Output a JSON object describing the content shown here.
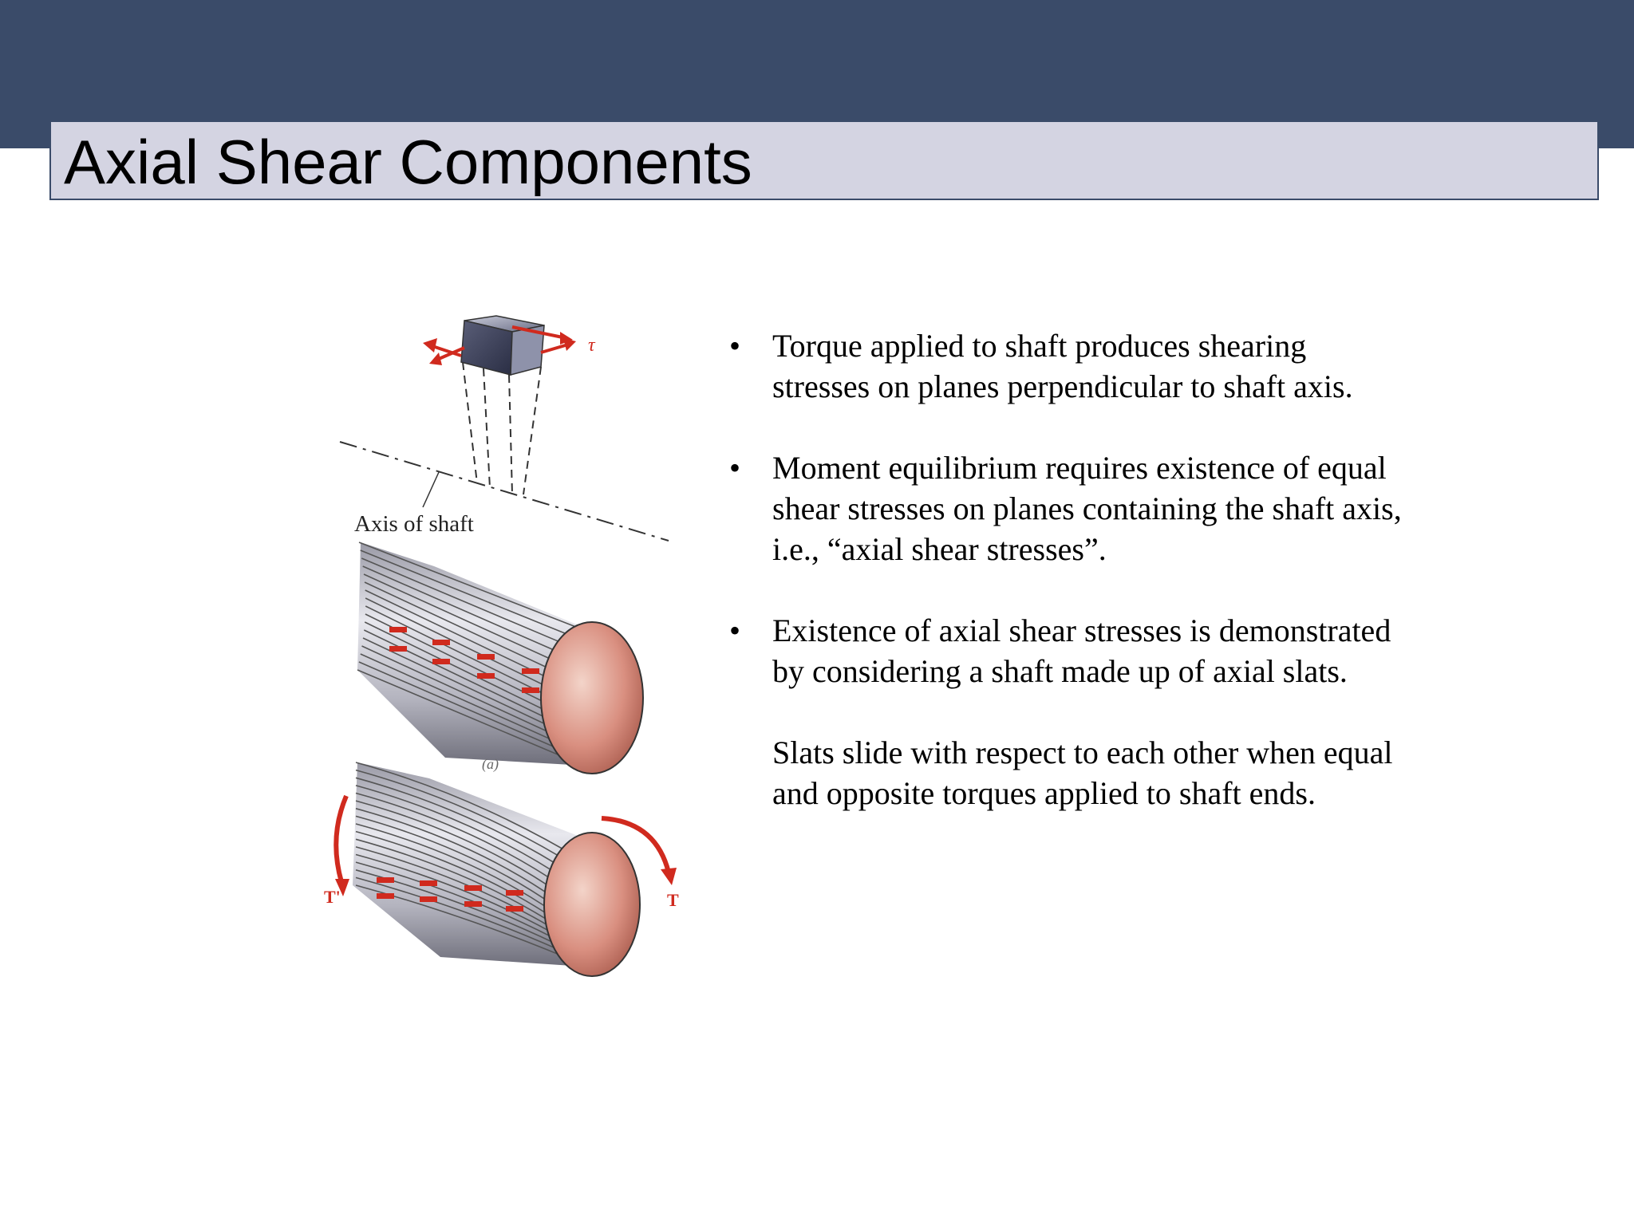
{
  "slide": {
    "title": "Axial Shear Components"
  },
  "figure": {
    "axis_label": "Axis of shaft",
    "tau_label": "τ",
    "torque_left_label": "T'",
    "torque_right_label": "T",
    "caption_a": "(a)",
    "accent_color": "#d02a1e"
  },
  "body": {
    "bullet_symbol": "•",
    "paragraphs": [
      "Torque applied to shaft produces shearing stresses on planes perpendicular to shaft axis.",
      "Moment equilibrium requires existence of equal shear stresses on planes containing the shaft axis, i.e., “axial shear stresses”.",
      "Existence of axial shear stresses is demonstrated by considering a shaft made up of axial slats.",
      "Slats slide with respect to each other when equal and opposite torques applied to shaft ends."
    ]
  },
  "colors": {
    "header_band": "#3a4b69",
    "title_fill": "#d4d4e2"
  }
}
